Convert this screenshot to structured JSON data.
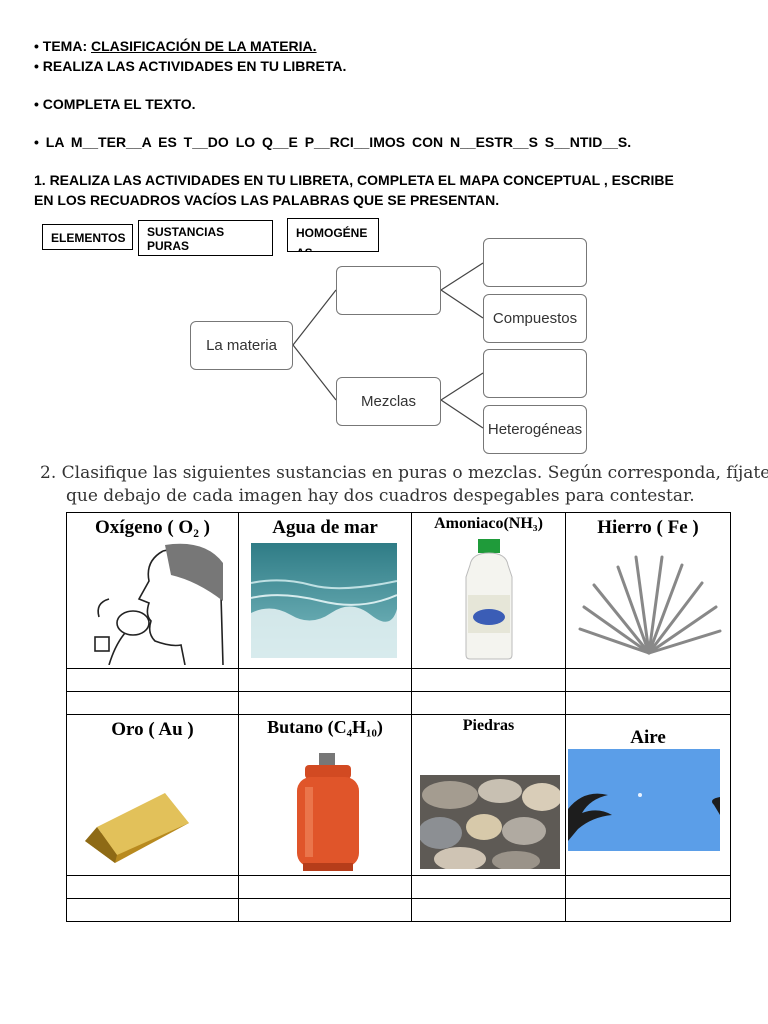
{
  "header": {
    "tema_prefix": "• TEMA: ",
    "tema_title": "CLASIFICACIÓN DE LA MATERIA.",
    "line2": "• REALIZA LAS ACTIVIDADES EN TU LIBRETA.",
    "line3": "•  COMPLETA EL TEXTO.",
    "line4": "• LA M__TER__A ES T__DO LO Q__E P__RCI__IMOS CON N__ESTR__S S__NTID__S.",
    "instr1": "1. REALIZA LAS ACTIVIDADES EN TU LIBRETA, COMPLETA EL MAPA CONCEPTUAL , ESCRIBE",
    "instr2": "EN LOS RECUADROS VACÍOS LAS PALABRAS QUE SE PRESENTAN."
  },
  "word_bank": [
    "ELEMENTOS",
    "SUSTANCIAS PURAS",
    "HOMOGÉNE AS"
  ],
  "concept_map": {
    "root": "La materia",
    "branch_top": "",
    "branch_bottom": "Mezclas",
    "leaf_1": "",
    "leaf_2": "Compuestos",
    "leaf_3": "",
    "leaf_4": "Heterogéneas"
  },
  "section2": {
    "line1": "2.  Clasifique las siguientes sustancias en puras o mezclas. Según corresponda, fíjate",
    "line2": "que debajo de cada imagen hay dos cuadros despegables para contestar."
  },
  "items": [
    {
      "label": "Oxígeno ( O₂ )",
      "picture": "face-with-oxygen-mask"
    },
    {
      "label": "Agua de mar",
      "picture": "sea-water"
    },
    {
      "label": "Amoniaco(NH₃)",
      "picture": "ammonia-bottle"
    },
    {
      "label": "Hierro  ( Fe )",
      "picture": "iron-nails"
    },
    {
      "label": "Oro ( Au )",
      "picture": "gold-bar"
    },
    {
      "label": "Butano (C₄H₁₀)",
      "picture": "gas-cylinder"
    },
    {
      "label": "Piedras",
      "picture": "stones"
    },
    {
      "label": "Aire",
      "picture": "sky"
    }
  ],
  "colors": {
    "sea": "#3f8f99",
    "gold": "#c9a233",
    "cylinder": "#e0552a",
    "sky": "#5b9ee8"
  }
}
